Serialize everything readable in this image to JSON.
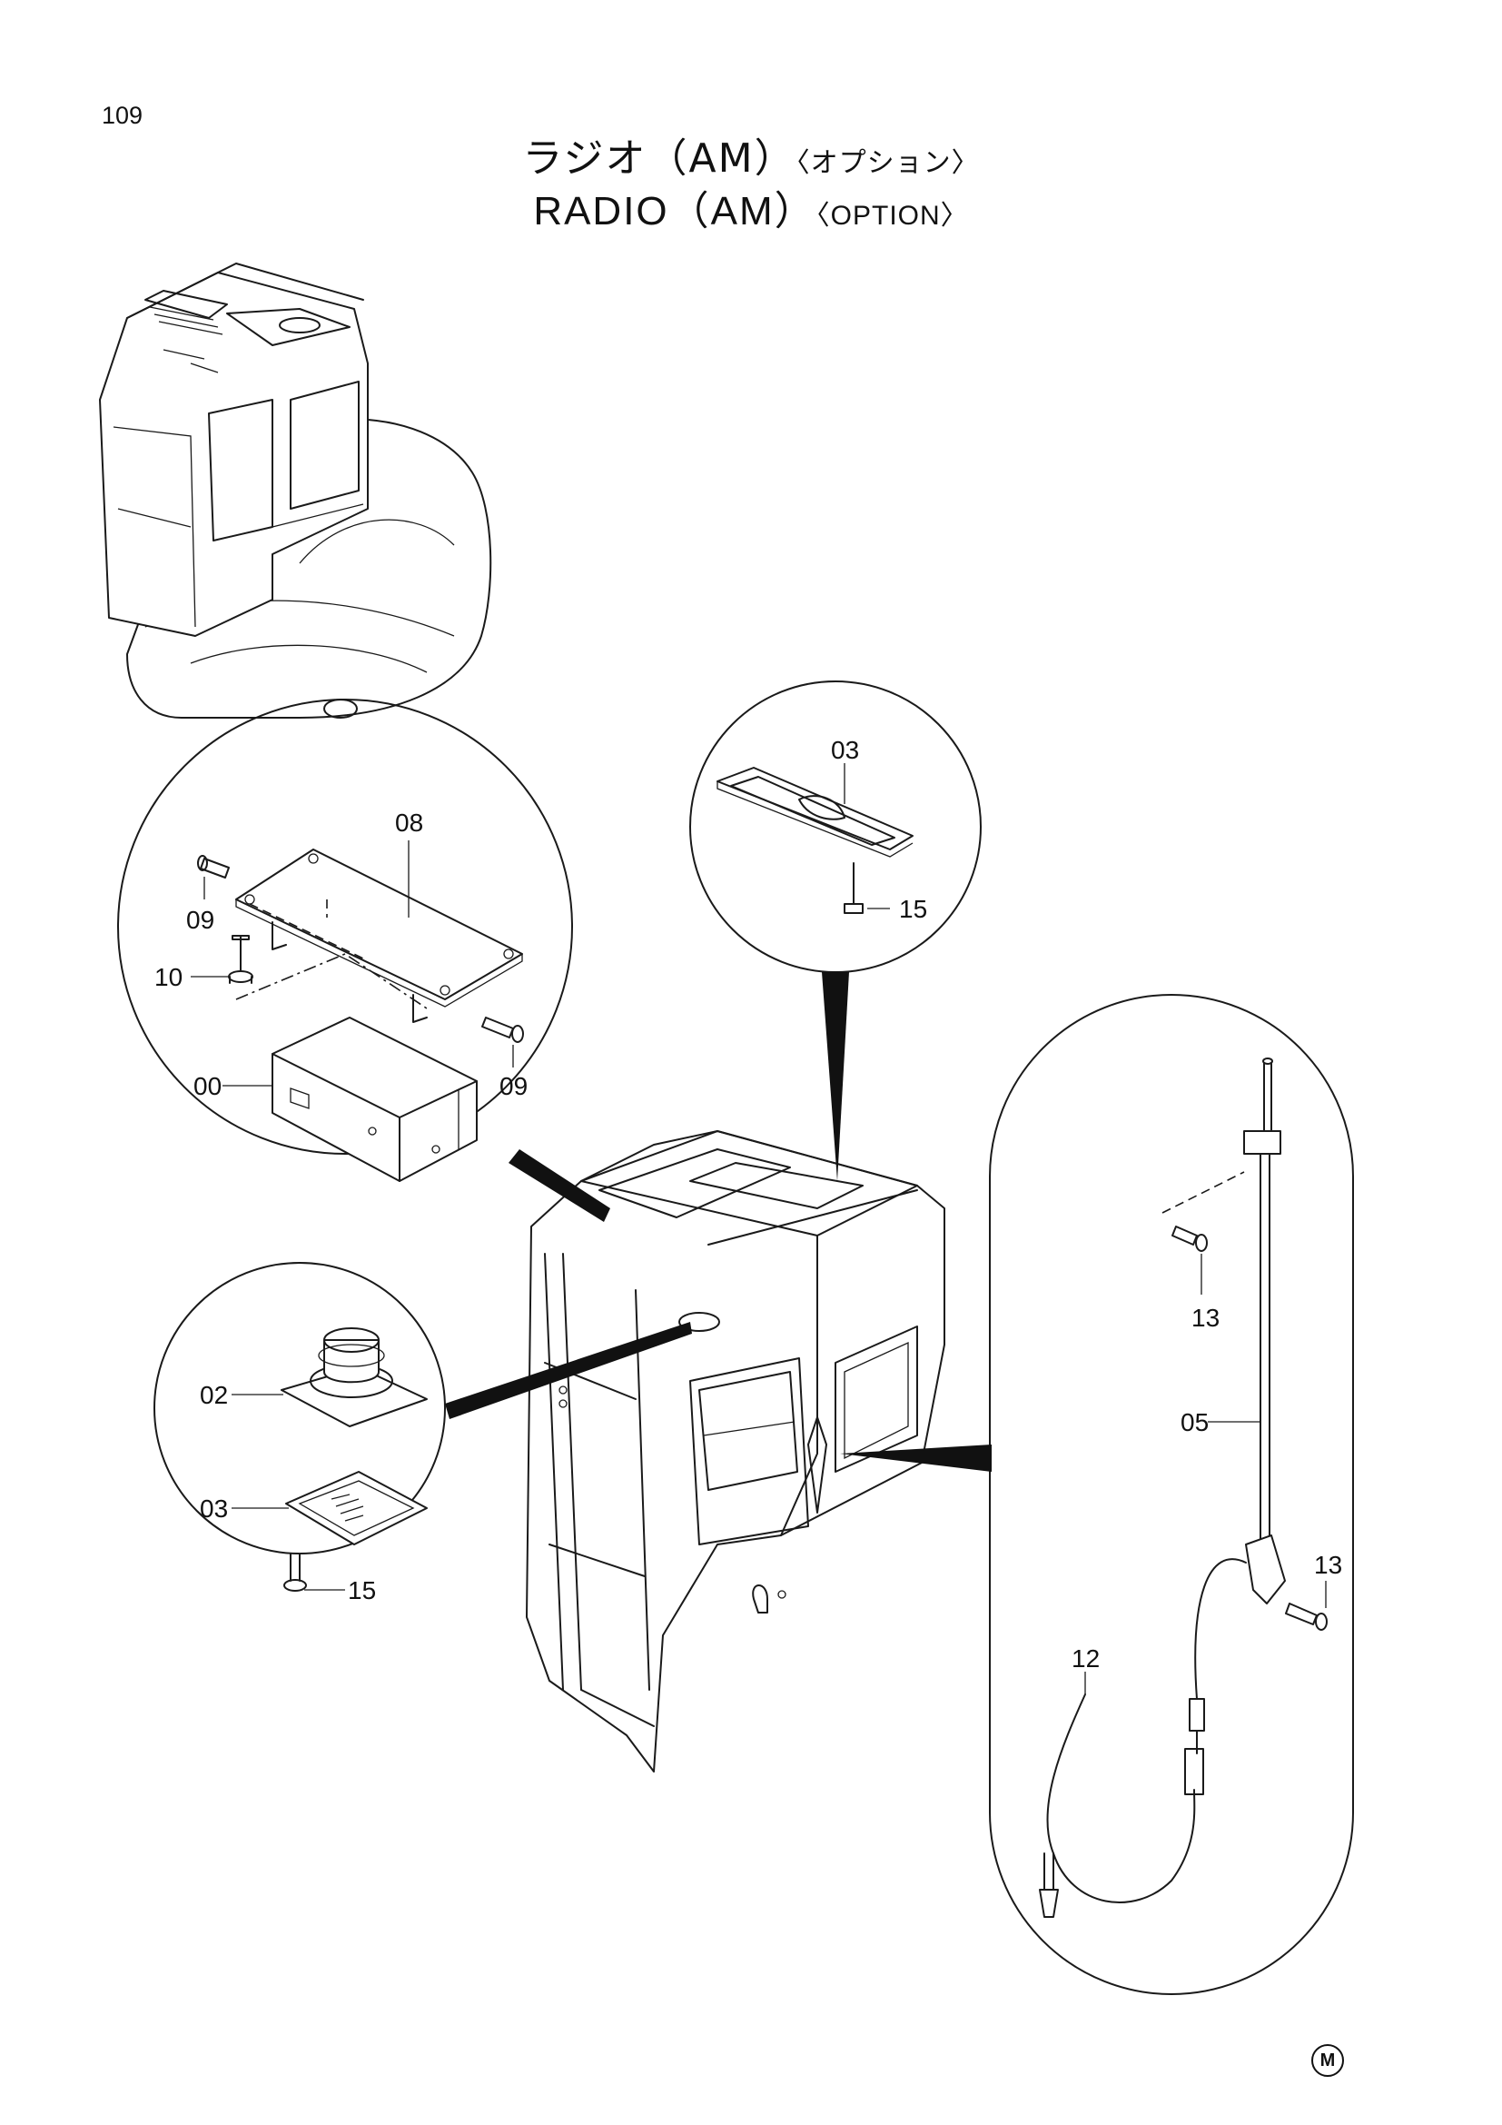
{
  "page": {
    "number": "109"
  },
  "title": {
    "jp_main": "ラジオ（AM）",
    "jp_note": "〈オプション〉",
    "en_main": "RADIO（AM）",
    "en_note": "〈OPTION〉"
  },
  "callouts": {
    "radio_unit": {
      "bracket": "08",
      "bolt_upper": "09",
      "bolt_lower": "09",
      "bolt_side": "10",
      "radio": "00"
    },
    "top_cover": {
      "cover": "03",
      "screw": "15"
    },
    "speaker": {
      "speaker": "02",
      "cover": "03",
      "screw": "15"
    },
    "antenna": {
      "screw_upper": "13",
      "antenna": "05",
      "screw_lower": "13",
      "cable": "12"
    }
  },
  "mark": "M"
}
